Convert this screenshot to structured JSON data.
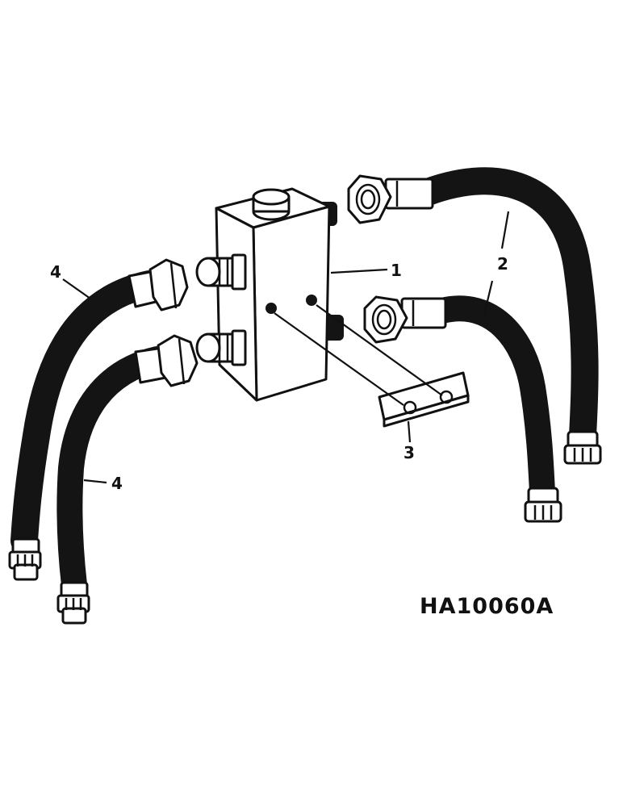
{
  "callouts": {
    "block": "1",
    "hoses_right": "2",
    "plate": "3",
    "hose_left_upper": "4",
    "hose_left_lower": "4"
  },
  "drawing_code": "HA10060A"
}
